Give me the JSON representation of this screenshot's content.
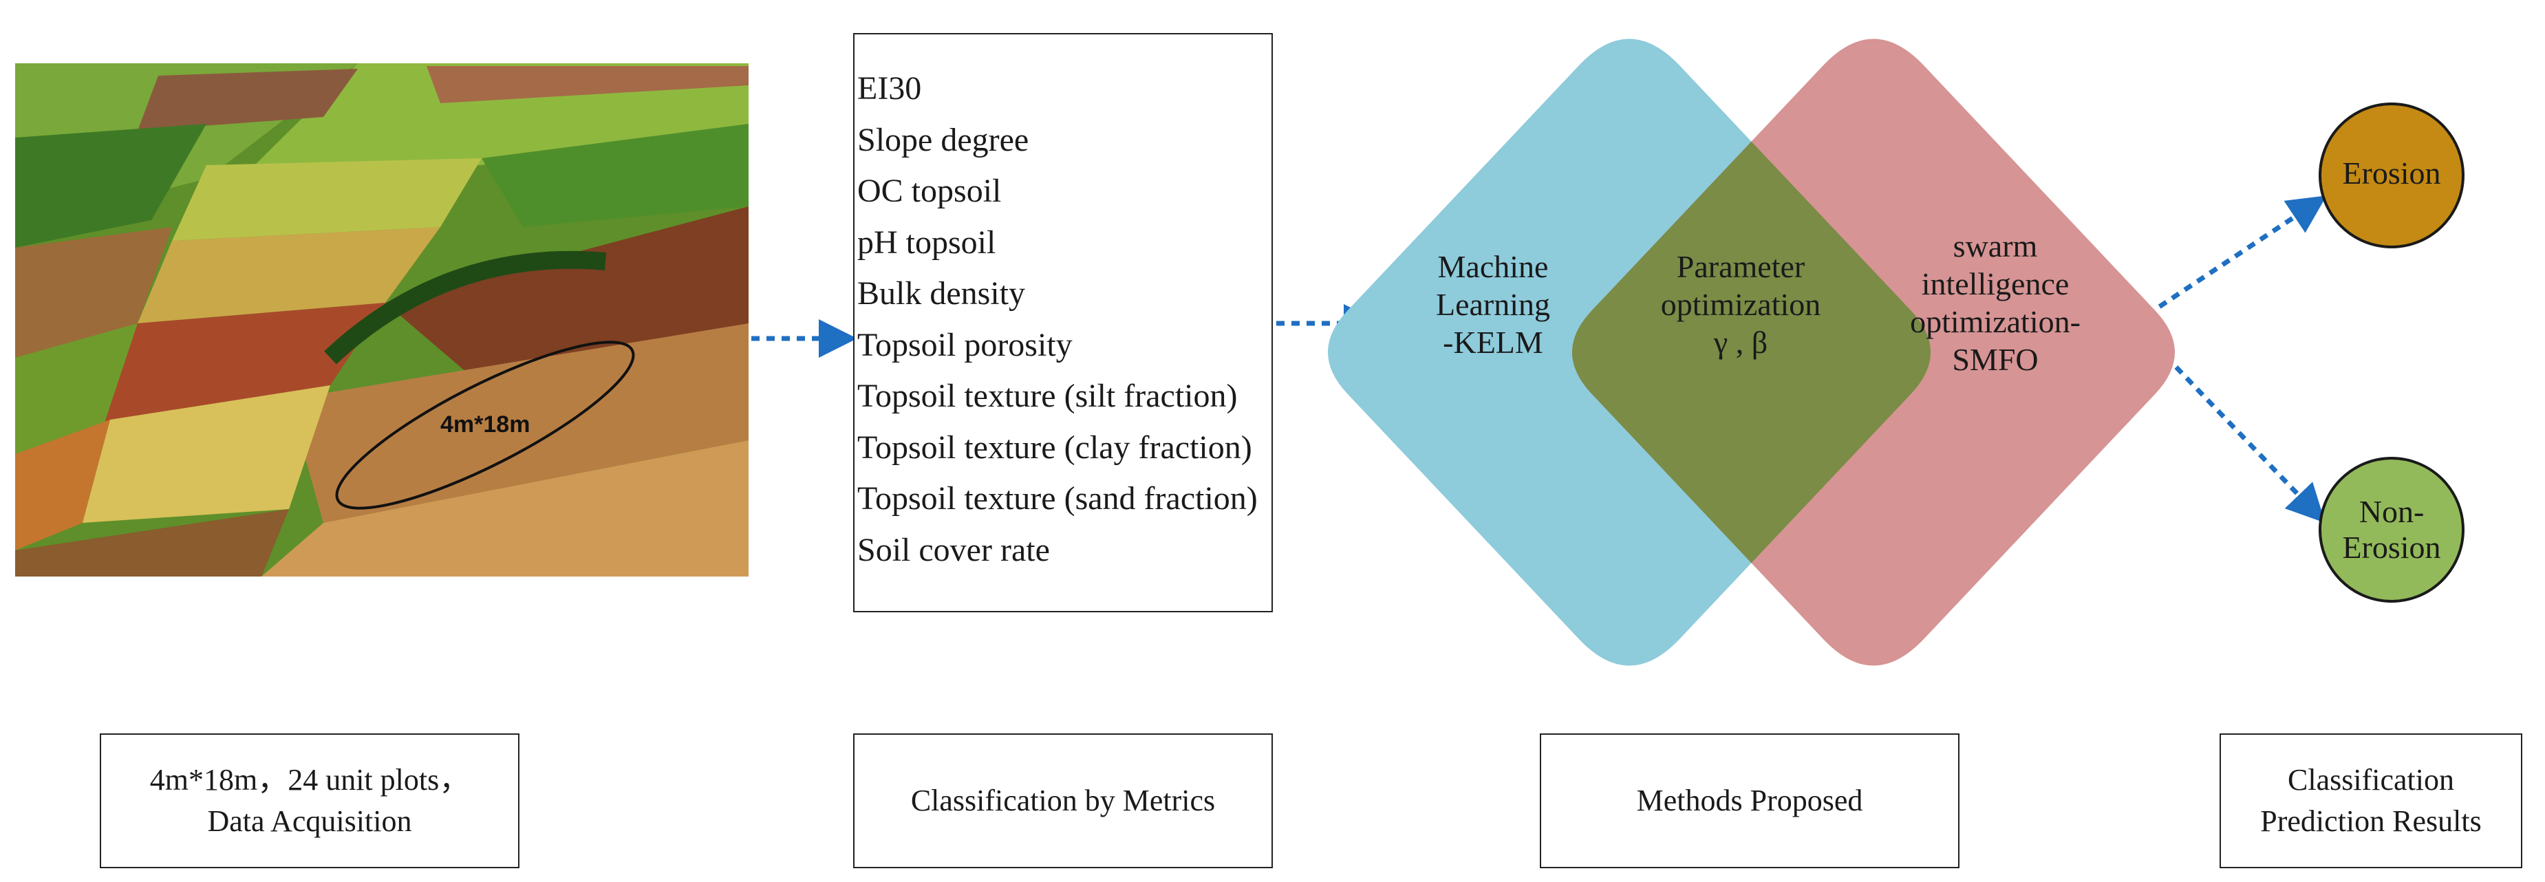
{
  "photo": {
    "plot_label": "4m*18m"
  },
  "metrics": {
    "items": [
      "EI30",
      "Slope degree",
      "OC topsoil",
      "pH topsoil",
      "Bulk density",
      "Topsoil porosity",
      "Topsoil texture (silt fraction)",
      "Topsoil texture (clay fraction)",
      "Topsoil texture (sand fraction)",
      "Soil cover rate"
    ]
  },
  "methods": {
    "left_label": "Machine\nLearning\n-KELM",
    "overlap_label": "Parameter\noptimization\nγ , β",
    "right_label": "swarm\nintelligence\noptimization-\nSMFO",
    "left_color": "#8ecbdb",
    "right_color": "#d69494",
    "overlap_color": "#7a8c46"
  },
  "results": {
    "erosion_label": "Erosion",
    "non_erosion_label": "Non-\nErosion",
    "erosion_color": "#c48a14",
    "non_erosion_color": "#93ba5a"
  },
  "captions": {
    "data_acquisition": "4m*18m，24 unit plots，\nData Acquisition",
    "classification_metrics": "Classification by Metrics",
    "methods_proposed": "Methods Proposed",
    "prediction_results": "Classification\nPrediction Results"
  },
  "arrow_color": "#1f6fc2"
}
